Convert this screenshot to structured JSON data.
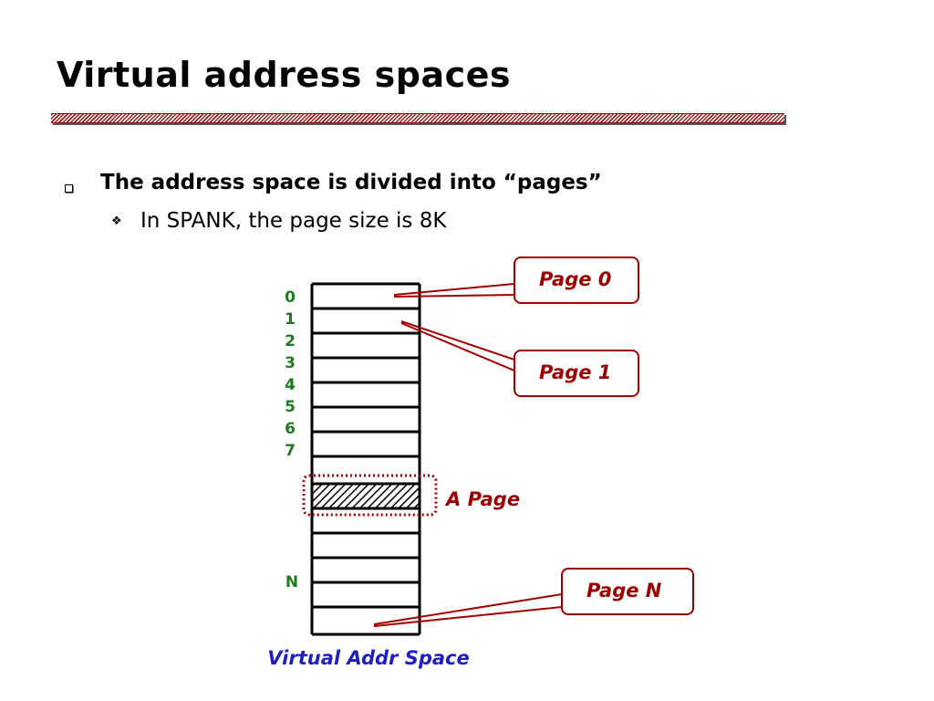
{
  "slide": {
    "title": "Virtual address spaces",
    "bullet": "The address space is divided into “pages”",
    "sub_bullet_marker": "❖",
    "sub_bullet": "In SPANK, the page size is 8K"
  },
  "diagram": {
    "row_labels": [
      "0",
      "1",
      "2",
      "3",
      "4",
      "5",
      "6",
      "7"
    ],
    "last_row_label": "N",
    "callouts": {
      "page0": "Page 0",
      "page1": "Page 1",
      "a_page": "A Page",
      "pageN": "Page N"
    },
    "caption": "Virtual Addr Space",
    "colors": {
      "label_green": "#1e7a1e",
      "callout_red": "#990000",
      "caption_blue": "#1f1fc0",
      "box_border": "#a00000"
    }
  }
}
